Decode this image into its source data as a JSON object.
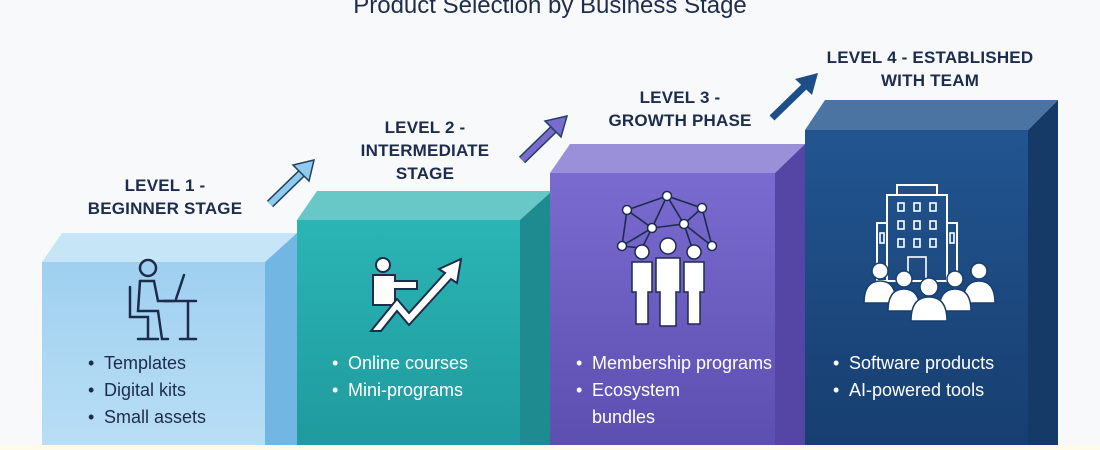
{
  "title": "Product Selection by Business Stage",
  "colors": {
    "level1": "#a9d5f1",
    "level2": "#25aeae",
    "level3": "#7466c9",
    "level4": "#1e4e88",
    "text_dark": "#1d2c4c"
  },
  "levels": [
    {
      "label_line1": "LEVEL 1 -",
      "label_line2": "BEGINNER STAGE",
      "icon": "person-at-laptop-icon",
      "items": [
        "Templates",
        "Digital kits",
        "Small assets"
      ]
    },
    {
      "label_line1": "LEVEL 2 -",
      "label_line2": "INTERMEDIATE",
      "label_line3": "STAGE",
      "icon": "person-growth-arrow-icon",
      "items": [
        "Online courses",
        "Mini-programs"
      ]
    },
    {
      "label_line1": "LEVEL 3 -",
      "label_line2": "GROWTH PHASE",
      "icon": "community-network-icon",
      "items": [
        "Membership programs",
        "Ecosystem",
        "bundles"
      ]
    },
    {
      "label_line1": "LEVEL 4 - ESTABLISHED",
      "label_line2": "WITH TEAM",
      "icon": "office-building-team-icon",
      "items": [
        "Software products",
        "AI-powered tools"
      ]
    }
  ]
}
